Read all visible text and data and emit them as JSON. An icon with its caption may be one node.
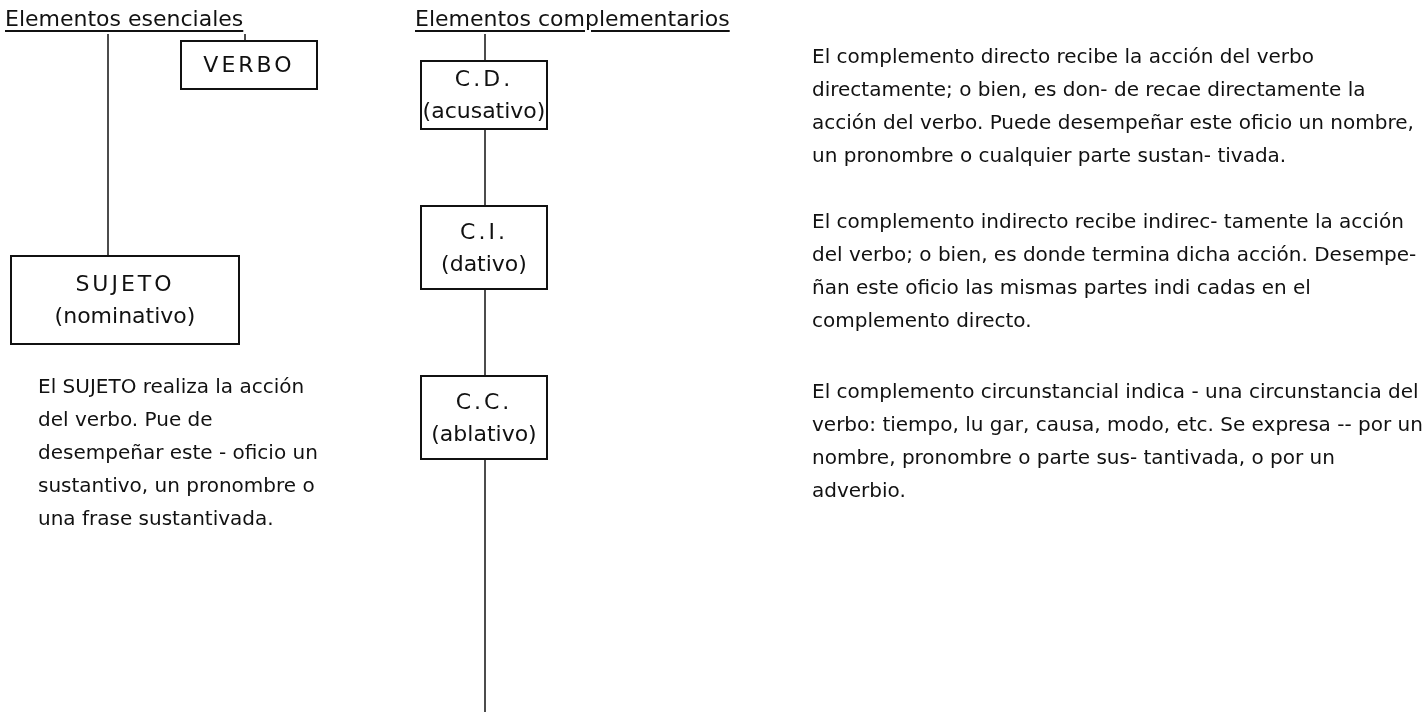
{
  "diagram": {
    "nodes": [
      {
        "text": [
          "Elementos esenciales"
        ]
      },
      {
        "text": [
          "VERBO"
        ]
      },
      {
        "text": [
          "SUJETO",
          "(nominativo)"
        ]
      },
      {
        "text": [
          "Elementos complementarios"
        ]
      },
      {
        "text": [
          "C.D.",
          "(acusativo)"
        ]
      },
      {
        "text": [
          "C.I.",
          "(dativo)"
        ]
      },
      {
        "text": [
          "C.C.",
          "(ablativo)"
        ]
      }
    ],
    "edges": [
      {
        "from": 0,
        "to": 2,
        "arrow": "none"
      },
      {
        "from": 0,
        "to": 1,
        "arrow": "none"
      },
      {
        "from": 3,
        "to": 4,
        "arrow": "none"
      },
      {
        "from": 4,
        "to": 5,
        "arrow": "none"
      },
      {
        "from": 5,
        "to": 6,
        "arrow": "none"
      },
      {
        "from": 6,
        "to": null,
        "arrow": "none"
      }
    ],
    "labels": [
      "El complemento directo recibe la acción del verbo directamente; o bien, es don- de recae directamente la acción del verbo. Puede desempeñar este oficio un nombre, un pronombre o cualquier parte sustan- tivada.",
      "El SUJETO realiza la acción del verbo. Pue de desempeñar este - oficio un sustantivo, un pronombre o una frase sustantivada.",
      "El complemento indirecto recibe indirec- tamente la acción del verbo; o bien, es donde termina dicha acción. Desempe- ñan este oficio las mismas partes indi cadas en el complemento directo.",
      "El complemento circunstancial indica - una circunstancia del verbo: tiempo, lu gar, causa, modo, etc. Se expresa -- por un nombre, pronombre o parte sus- tantivada, o por un adverbio."
    ]
  }
}
